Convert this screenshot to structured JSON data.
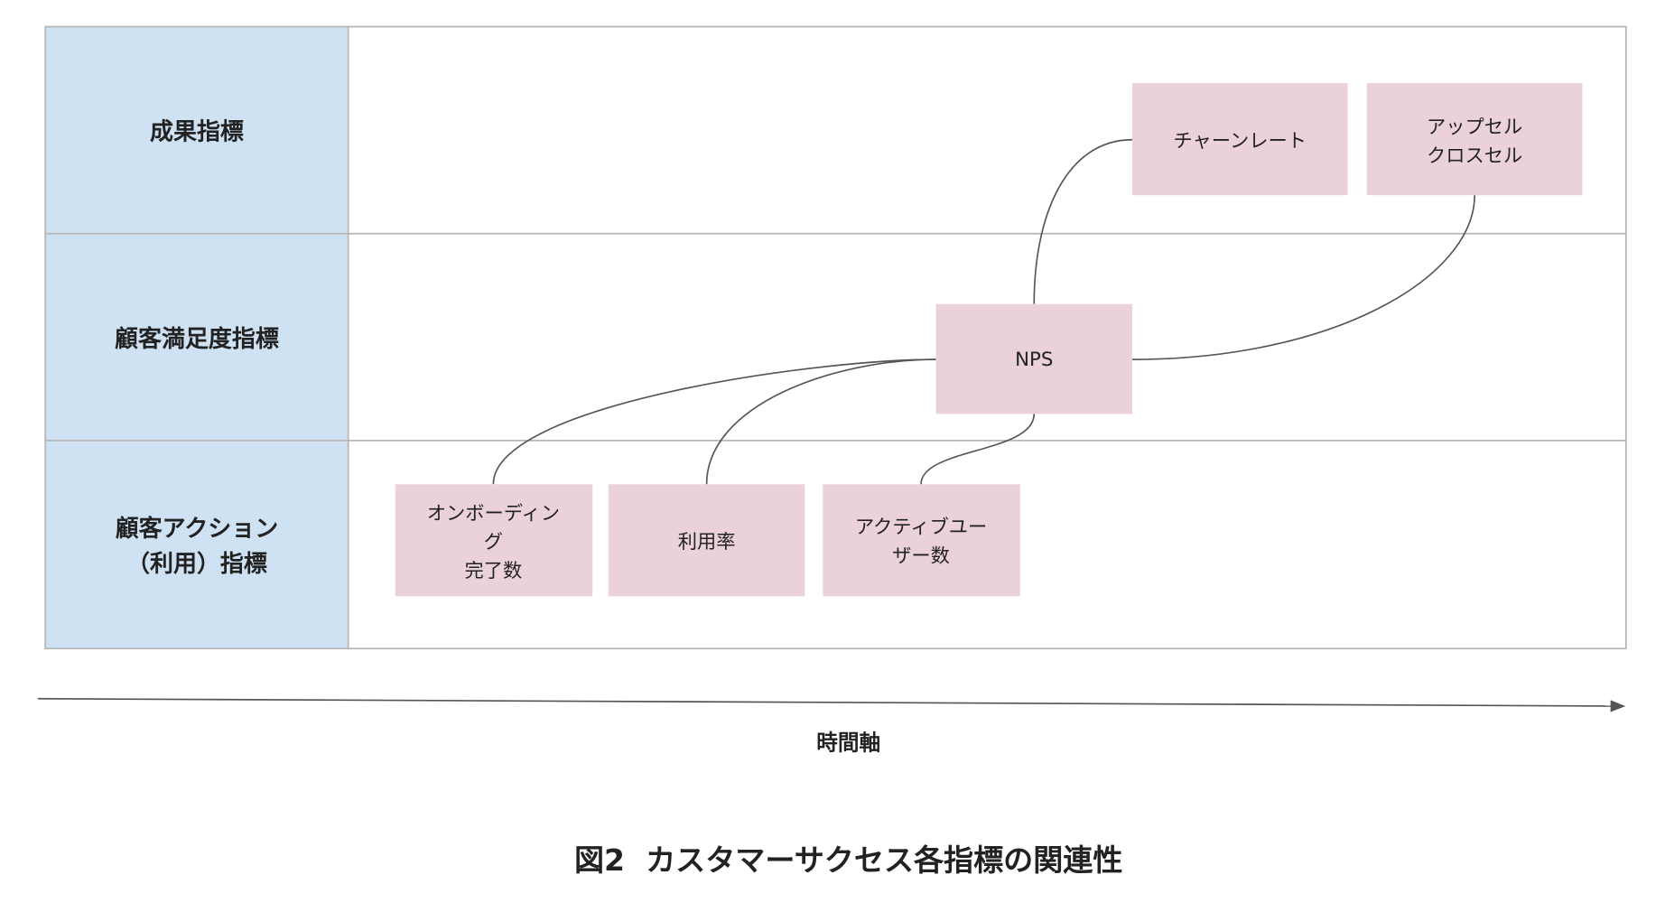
{
  "colors": {
    "category_fill": "#cfe2f3",
    "metric_fill": "#ead1dc",
    "grid": "#b7b7b7",
    "connector": "#555555"
  },
  "rows": [
    {
      "label_lines": [
        "成果指標"
      ]
    },
    {
      "label_lines": [
        "顧客満足度指標"
      ]
    },
    {
      "label_lines": [
        "顧客アクション",
        "（利用）指標"
      ]
    }
  ],
  "metrics": {
    "churn": {
      "lines": [
        "チャーンレート"
      ]
    },
    "upsell": {
      "lines": [
        "アップセル",
        "クロスセル"
      ]
    },
    "nps": {
      "lines": [
        "NPS"
      ]
    },
    "onboarding": {
      "lines": [
        "オンボーディン",
        "グ",
        "完了数"
      ]
    },
    "usage": {
      "lines": [
        "利用率"
      ]
    },
    "active": {
      "lines": [
        "アクティブユー",
        "ザー数"
      ]
    }
  },
  "connections": [
    [
      "nps",
      "churn"
    ],
    [
      "nps",
      "upsell"
    ],
    [
      "onboarding",
      "nps"
    ],
    [
      "usage",
      "nps"
    ],
    [
      "active",
      "nps"
    ]
  ],
  "axis": {
    "label": "時間軸"
  },
  "caption": "図2  カスタマーサクセス各指標の関連性"
}
